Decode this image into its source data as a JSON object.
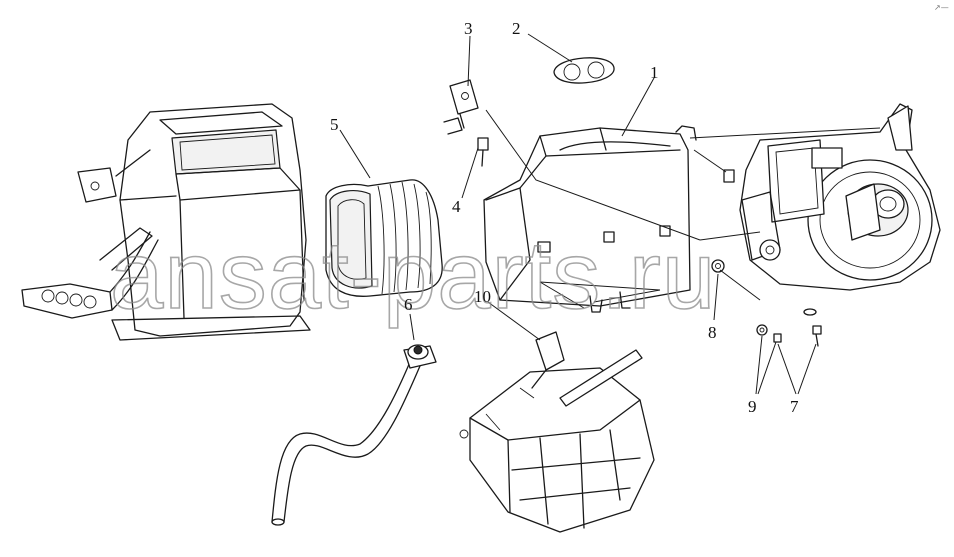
{
  "diagram": {
    "watermark": "ansat-parts.ru",
    "corner_mark": "↗—",
    "callouts": [
      {
        "id": "c1",
        "label": "1"
      },
      {
        "id": "c2",
        "label": "2"
      },
      {
        "id": "c3",
        "label": "3"
      },
      {
        "id": "c4",
        "label": "4"
      },
      {
        "id": "c5",
        "label": "5"
      },
      {
        "id": "c6",
        "label": "6"
      },
      {
        "id": "c7",
        "label": "7"
      },
      {
        "id": "c8",
        "label": "8"
      },
      {
        "id": "c9",
        "label": "9"
      },
      {
        "id": "c10",
        "label": "10"
      }
    ]
  }
}
